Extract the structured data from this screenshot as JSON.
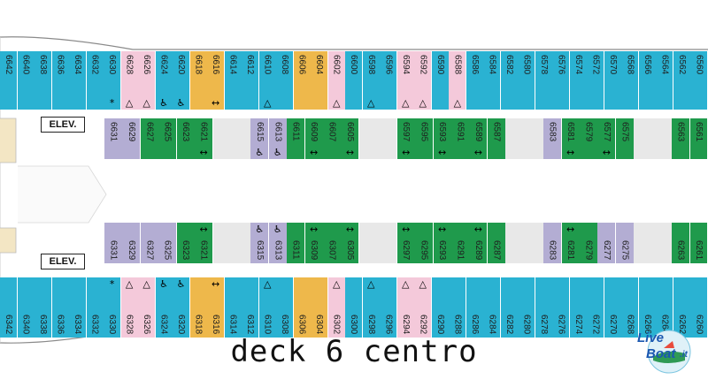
{
  "title": "deck 6 centro",
  "elevator_label": "ELEV.",
  "logo": {
    "word1": "Live",
    "word2": "Boat",
    "suffix": ".it"
  },
  "colors": {
    "blue": "#2ab2d2",
    "purple": "#b3add3",
    "pink": "#f4c9da",
    "green": "#1f9a4c",
    "orange": "#eeb84b",
    "gray": "#e8e8e8",
    "hull_line": "#8a8a8a"
  },
  "cabins": {
    "top_outer": [
      {
        "n": "6642",
        "c": "blue"
      },
      {
        "n": "6640",
        "c": "blue"
      },
      {
        "n": "6638",
        "c": "blue"
      },
      {
        "n": "6636",
        "c": "blue"
      },
      {
        "n": "6634",
        "c": "blue"
      },
      {
        "n": "6632",
        "c": "blue"
      },
      {
        "n": "6630",
        "c": "blue",
        "mark": "*"
      },
      {
        "n": "6628",
        "c": "pink",
        "mark": "△"
      },
      {
        "n": "6626",
        "c": "pink",
        "mark": "△"
      },
      {
        "n": "6624",
        "c": "blue",
        "mark": "♿"
      },
      {
        "n": "6620",
        "c": "blue",
        "mark": "♿"
      },
      {
        "n": "6618",
        "c": "orange"
      },
      {
        "n": "6616",
        "c": "orange",
        "mark": "↔"
      },
      {
        "n": "6614",
        "c": "blue"
      },
      {
        "n": "6612",
        "c": "blue"
      },
      {
        "n": "6610",
        "c": "blue",
        "mark": "△"
      },
      {
        "n": "6608",
        "c": "blue"
      },
      {
        "n": "6606",
        "c": "orange"
      },
      {
        "n": "6604",
        "c": "orange"
      },
      {
        "n": "6602",
        "c": "pink",
        "mark": "△"
      },
      {
        "n": "6600",
        "c": "blue"
      },
      {
        "n": "6598",
        "c": "blue",
        "mark": "△"
      },
      {
        "n": "6596",
        "c": "blue"
      },
      {
        "n": "6594",
        "c": "pink",
        "mark": "△"
      },
      {
        "n": "6592",
        "c": "pink",
        "mark": "△"
      },
      {
        "n": "6590",
        "c": "blue"
      },
      {
        "n": "6588",
        "c": "pink",
        "mark": "△"
      },
      {
        "n": "6586",
        "c": "blue"
      },
      {
        "n": "6584",
        "c": "blue"
      },
      {
        "n": "6582",
        "c": "blue"
      },
      {
        "n": "6580",
        "c": "blue"
      },
      {
        "n": "6578",
        "c": "blue"
      },
      {
        "n": "6576",
        "c": "blue"
      },
      {
        "n": "6574",
        "c": "blue"
      },
      {
        "n": "6572",
        "c": "blue"
      },
      {
        "n": "6570",
        "c": "blue"
      },
      {
        "n": "6568",
        "c": "blue"
      },
      {
        "n": "6566",
        "c": "blue"
      },
      {
        "n": "6564",
        "c": "blue"
      },
      {
        "n": "6562",
        "c": "blue"
      },
      {
        "n": "6560",
        "c": "blue"
      }
    ],
    "top_inner": [
      {
        "n": "6631",
        "c": "purple"
      },
      {
        "n": "6629",
        "c": "purple"
      },
      {
        "n": "6627",
        "c": "green"
      },
      {
        "n": "6625",
        "c": "green"
      },
      {
        "n": "6623",
        "c": "green"
      },
      {
        "n": "6621",
        "c": "green",
        "mark": "↔"
      },
      {
        "n": "",
        "c": "gray"
      },
      {
        "n": "6615",
        "c": "purple",
        "mark": "♿"
      },
      {
        "n": "6613",
        "c": "purple",
        "mark": "♿"
      },
      {
        "n": "6611",
        "c": "green"
      },
      {
        "n": "6609",
        "c": "green",
        "mark": "↔"
      },
      {
        "n": "6607",
        "c": "green"
      },
      {
        "n": "6605",
        "c": "green",
        "mark": "↔"
      },
      {
        "n": "",
        "c": "gray"
      },
      {
        "n": "6597",
        "c": "green",
        "mark": "↔"
      },
      {
        "n": "6595",
        "c": "green"
      },
      {
        "n": "6593",
        "c": "green",
        "mark": "↔"
      },
      {
        "n": "6591",
        "c": "green"
      },
      {
        "n": "6589",
        "c": "green",
        "mark": "↔"
      },
      {
        "n": "6587",
        "c": "green"
      },
      {
        "n": "",
        "c": "gray"
      },
      {
        "n": "6583",
        "c": "purple"
      },
      {
        "n": "6581",
        "c": "green",
        "mark": "↔"
      },
      {
        "n": "6579",
        "c": "green"
      },
      {
        "n": "6577",
        "c": "green",
        "mark": "↔"
      },
      {
        "n": "6575",
        "c": "green"
      },
      {
        "n": "",
        "c": "gray"
      },
      {
        "n": "6563",
        "c": "green"
      },
      {
        "n": "6561",
        "c": "green"
      }
    ],
    "bottom_inner": [
      {
        "n": "6331",
        "c": "purple"
      },
      {
        "n": "6329",
        "c": "purple"
      },
      {
        "n": "6327",
        "c": "purple"
      },
      {
        "n": "6325",
        "c": "purple"
      },
      {
        "n": "6323",
        "c": "green"
      },
      {
        "n": "6321",
        "c": "green",
        "mark": "↔"
      },
      {
        "n": "",
        "c": "gray"
      },
      {
        "n": "6315",
        "c": "purple",
        "mark": "♿"
      },
      {
        "n": "6313",
        "c": "purple",
        "mark": "♿"
      },
      {
        "n": "6311",
        "c": "green"
      },
      {
        "n": "6309",
        "c": "green",
        "mark": "↔"
      },
      {
        "n": "6307",
        "c": "green"
      },
      {
        "n": "6305",
        "c": "green",
        "mark": "↔"
      },
      {
        "n": "",
        "c": "gray"
      },
      {
        "n": "6297",
        "c": "green",
        "mark": "↔"
      },
      {
        "n": "6295",
        "c": "green"
      },
      {
        "n": "6293",
        "c": "green",
        "mark": "↔"
      },
      {
        "n": "6291",
        "c": "green"
      },
      {
        "n": "6289",
        "c": "green",
        "mark": "↔"
      },
      {
        "n": "6287",
        "c": "green"
      },
      {
        "n": "",
        "c": "gray"
      },
      {
        "n": "6283",
        "c": "purple"
      },
      {
        "n": "6281",
        "c": "green",
        "mark": "↔"
      },
      {
        "n": "6279",
        "c": "green"
      },
      {
        "n": "6277",
        "c": "purple"
      },
      {
        "n": "6275",
        "c": "purple"
      },
      {
        "n": "",
        "c": "gray"
      },
      {
        "n": "6263",
        "c": "green"
      },
      {
        "n": "6261",
        "c": "green"
      }
    ],
    "bottom_outer": [
      {
        "n": "6342",
        "c": "blue"
      },
      {
        "n": "6340",
        "c": "blue"
      },
      {
        "n": "6338",
        "c": "blue"
      },
      {
        "n": "6336",
        "c": "blue"
      },
      {
        "n": "6334",
        "c": "blue"
      },
      {
        "n": "6332",
        "c": "blue"
      },
      {
        "n": "6330",
        "c": "blue",
        "mark": "*"
      },
      {
        "n": "6328",
        "c": "pink",
        "mark": "△"
      },
      {
        "n": "6326",
        "c": "pink",
        "mark": "△"
      },
      {
        "n": "6324",
        "c": "blue",
        "mark": "♿"
      },
      {
        "n": "6320",
        "c": "blue",
        "mark": "♿"
      },
      {
        "n": "6318",
        "c": "orange"
      },
      {
        "n": "6316",
        "c": "orange",
        "mark": "↔"
      },
      {
        "n": "6314",
        "c": "blue"
      },
      {
        "n": "6312",
        "c": "blue"
      },
      {
        "n": "6310",
        "c": "blue",
        "mark": "△"
      },
      {
        "n": "6308",
        "c": "blue"
      },
      {
        "n": "6306",
        "c": "orange"
      },
      {
        "n": "6304",
        "c": "orange"
      },
      {
        "n": "6302",
        "c": "pink",
        "mark": "△"
      },
      {
        "n": "6300",
        "c": "blue"
      },
      {
        "n": "6298",
        "c": "blue",
        "mark": "△"
      },
      {
        "n": "6296",
        "c": "blue"
      },
      {
        "n": "6294",
        "c": "pink",
        "mark": "△"
      },
      {
        "n": "6292",
        "c": "pink",
        "mark": "△"
      },
      {
        "n": "6290",
        "c": "blue"
      },
      {
        "n": "6288",
        "c": "blue"
      },
      {
        "n": "6286",
        "c": "blue"
      },
      {
        "n": "6284",
        "c": "blue"
      },
      {
        "n": "6282",
        "c": "blue"
      },
      {
        "n": "6280",
        "c": "blue"
      },
      {
        "n": "6278",
        "c": "blue"
      },
      {
        "n": "6276",
        "c": "blue"
      },
      {
        "n": "6274",
        "c": "blue"
      },
      {
        "n": "6272",
        "c": "blue"
      },
      {
        "n": "6270",
        "c": "blue"
      },
      {
        "n": "6268",
        "c": "blue"
      },
      {
        "n": "6266",
        "c": "blue"
      },
      {
        "n": "6264",
        "c": "blue"
      },
      {
        "n": "6262",
        "c": "blue"
      },
      {
        "n": "6260",
        "c": "blue"
      }
    ]
  }
}
